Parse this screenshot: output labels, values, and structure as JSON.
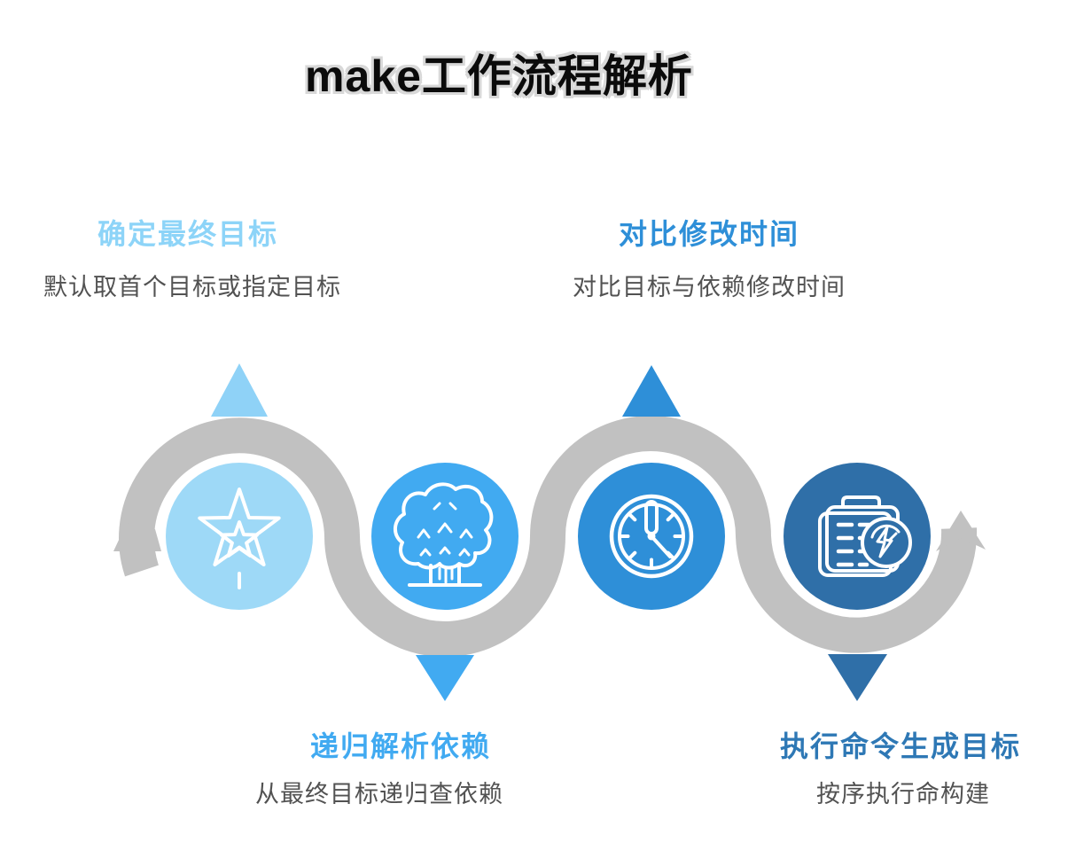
{
  "title": "make工作流程解析",
  "diagram": {
    "path_color": "#C1C1C1",
    "icon_stroke": "#FFFFFF",
    "description_color": "#525252"
  },
  "steps": [
    {
      "label": "确定最终目标",
      "description": "默认取首个目标或指定目标",
      "icon": "star-icon",
      "circle_color": "#9ED9F7",
      "triangle_color": "#8FD2F7",
      "label_color": "#8DD4F8"
    },
    {
      "label": "递归解析依赖",
      "description": "从最终目标递归查依赖",
      "icon": "tree-icon",
      "circle_color": "#41AAF1",
      "triangle_color": "#41AAF1",
      "label_color": "#41AAF1"
    },
    {
      "label": "对比修改时间",
      "description": "对比目标与依赖修改时间",
      "icon": "clock-icon",
      "circle_color": "#2E8FD8",
      "triangle_color": "#2E8FD8",
      "label_color": "#2E8FD8"
    },
    {
      "label": "执行命令生成目标",
      "description": "按序执行命构建",
      "icon": "clipboard-sync-icon",
      "circle_color": "#2F6FA8",
      "triangle_color": "#2F6FA8",
      "label_color": "#2E78B5"
    }
  ]
}
